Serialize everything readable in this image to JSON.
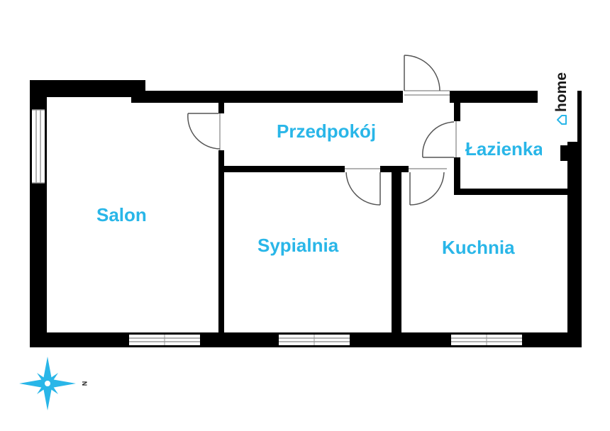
{
  "colors": {
    "label": "#29b6e8",
    "wall": "#000000",
    "window_line": "#9a9a9a",
    "door_line": "#555555",
    "compass": "#29b6e8",
    "brand": "#1a1a1a",
    "brand_icon": "#29b6e8"
  },
  "rooms": {
    "salon": "Salon",
    "przedpokoj": "Przedpokój",
    "lazienka": "Łazienka",
    "sypialnia": "Sypialnia",
    "kuchnia": "Kuchnia"
  },
  "brand": {
    "name": "home",
    "icon": "house-icon"
  },
  "compass": {
    "north_label": "N",
    "icon": "compass-rose-icon"
  }
}
